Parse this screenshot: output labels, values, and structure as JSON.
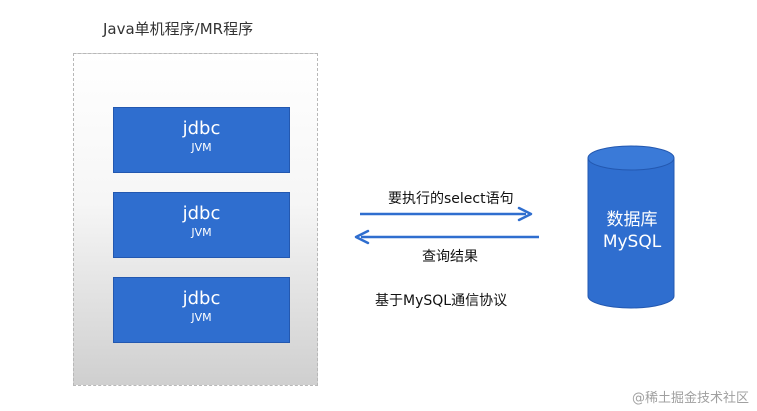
{
  "container": {
    "title": "Java单机程序/MR程序"
  },
  "clients": [
    {
      "title": "jdbc",
      "subtitle": "JVM"
    },
    {
      "title": "jdbc",
      "subtitle": "JVM"
    },
    {
      "title": "jdbc",
      "subtitle": "JVM"
    }
  ],
  "arrows": {
    "send_label": "要执行的select语句",
    "return_label": "查询结果",
    "protocol_label": "基于MySQL通信协议"
  },
  "database": {
    "line1": "数据库",
    "line2": "MySQL"
  },
  "watermark": "@稀土掘金技术社区",
  "colors": {
    "box": "#2f6ecf",
    "arrow": "#2f6ecf",
    "database": "#2f6ecf"
  }
}
